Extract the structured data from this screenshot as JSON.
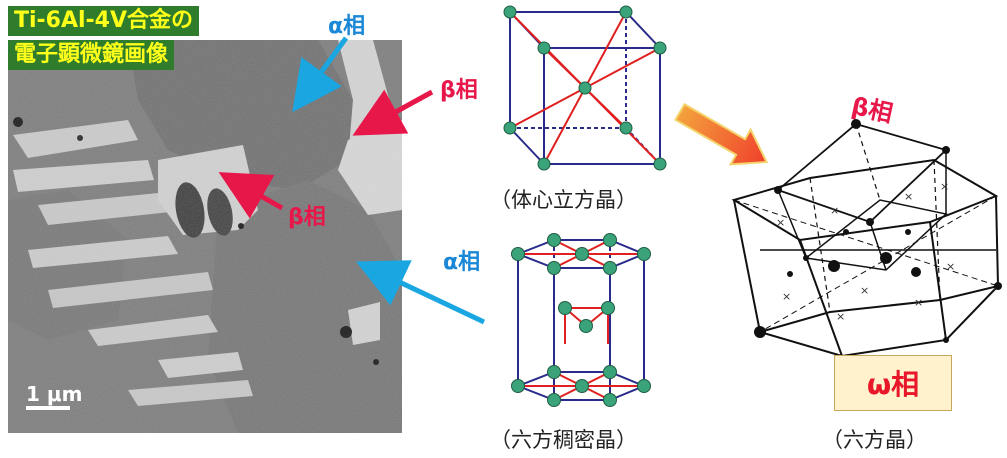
{
  "micrograph": {
    "title_line1": "Ti-6Al-4V合金の",
    "title_line2": "電子顕微鏡画像",
    "scale_label": "1 μm"
  },
  "labels": {
    "alpha_top": "α相",
    "beta_right": "β相",
    "beta_mid": "β相",
    "alpha_bottom": "α相",
    "beta_omega": "β相"
  },
  "captions": {
    "bcc": "（体心立方晶）",
    "hcp": "（六方稠密晶）",
    "omega_hex": "（六方晶）"
  },
  "omega_box": {
    "label": "ω相"
  },
  "colors": {
    "alpha_blue": "#1a88d6",
    "beta_pink": "#e8174a",
    "lattice_blue": "#2a2a8a",
    "lattice_red": "#e02020",
    "atom_green": "#3aa37a",
    "title_bg": "#2f7d2c",
    "title_fg": "#ffff1a",
    "omega_box_bg": "#fff2cc",
    "arrow_orange": "#f25c3a"
  }
}
